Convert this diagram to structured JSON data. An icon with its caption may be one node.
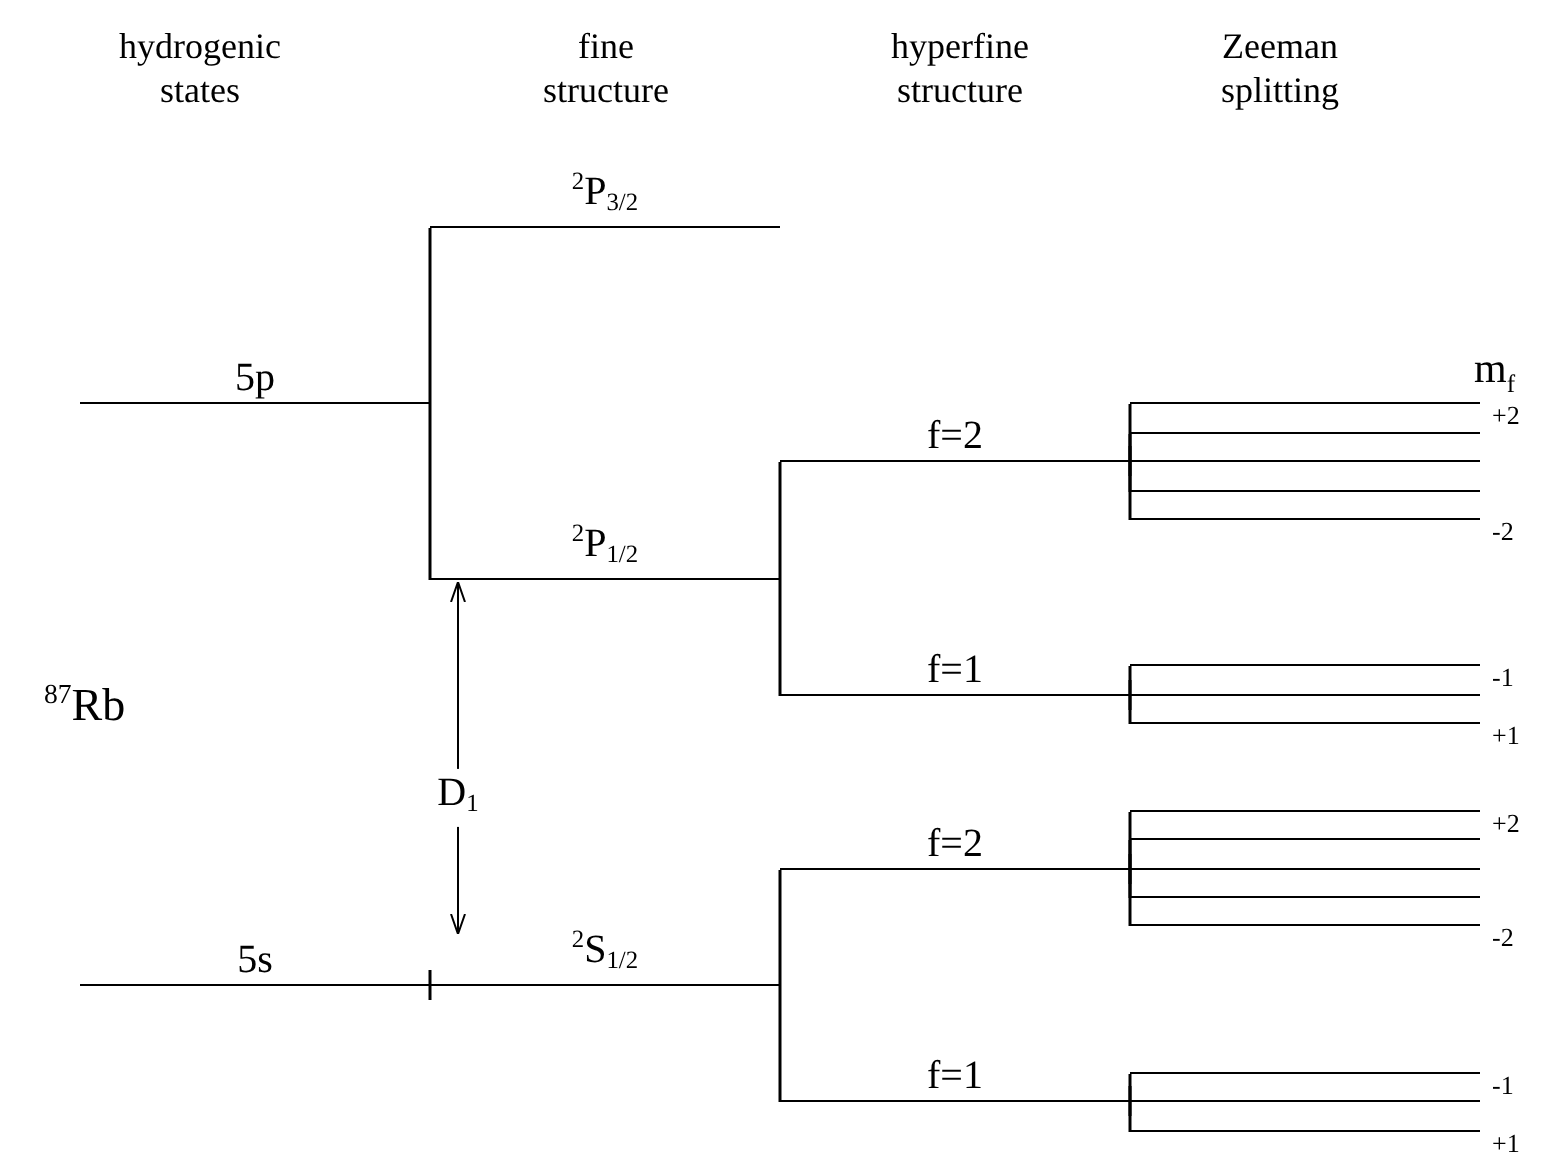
{
  "diagram": {
    "nodes": [
      {
        "text": [
          "$^{2}$P$_{3/2}$"
        ]
      },
      {
        "text": [
          "5p"
        ]
      },
      {
        "text": [
          "f=2"
        ]
      },
      {
        "text": [],
        "shape": "bar",
        "beside": [
          "+2"
        ]
      },
      {
        "text": [],
        "shape": "bar"
      },
      {
        "text": [],
        "shape": "bar"
      },
      {
        "text": [],
        "shape": "bar"
      },
      {
        "text": [],
        "shape": "bar",
        "beside": [
          "-2"
        ]
      },
      {
        "text": [
          "$^{2}$P$_{1/2}$"
        ]
      },
      {
        "text": [
          "f=1"
        ]
      },
      {
        "text": [],
        "shape": "bar",
        "beside": [
          "-1"
        ]
      },
      {
        "text": [],
        "shape": "bar"
      },
      {
        "text": [],
        "shape": "bar",
        "beside": [
          "+1"
        ]
      },
      {
        "text": [
          "f=2"
        ]
      },
      {
        "text": [],
        "shape": "bar",
        "beside": [
          "+2"
        ]
      },
      {
        "text": [],
        "shape": "bar"
      },
      {
        "text": [],
        "shape": "bar"
      },
      {
        "text": [],
        "shape": "bar"
      },
      {
        "text": [],
        "shape": "bar",
        "beside": [
          "-2"
        ]
      },
      {
        "text": [
          "5s"
        ]
      },
      {
        "text": [
          "$^{2}$S$_{1/2}$"
        ]
      },
      {
        "text": [
          "f=1"
        ]
      },
      {
        "text": [],
        "shape": "bar",
        "beside": [
          "-1"
        ]
      },
      {
        "text": [],
        "shape": "bar"
      },
      {
        "text": [],
        "shape": "bar",
        "beside": [
          "+1"
        ]
      }
    ],
    "edges": [
      {
        "from": 1,
        "to": 0,
        "arrow": "none"
      },
      {
        "from": 1,
        "to": 8,
        "arrow": "none"
      },
      {
        "from": 8,
        "to": 2,
        "arrow": "none"
      },
      {
        "from": 8,
        "to": 9,
        "arrow": "none"
      },
      {
        "from": 2,
        "to": 3,
        "arrow": "none"
      },
      {
        "from": 2,
        "to": 4,
        "arrow": "none"
      },
      {
        "from": 2,
        "to": 5,
        "arrow": "none"
      },
      {
        "from": 2,
        "to": 6,
        "arrow": "none"
      },
      {
        "from": 2,
        "to": 7,
        "arrow": "none"
      },
      {
        "from": 9,
        "to": 10,
        "arrow": "none"
      },
      {
        "from": 9,
        "to": 11,
        "arrow": "none"
      },
      {
        "from": 9,
        "to": 12,
        "arrow": "none"
      },
      {
        "from": 19,
        "to": 20,
        "arrow": "none"
      },
      {
        "from": 20,
        "to": 13,
        "arrow": "none"
      },
      {
        "from": 20,
        "to": 21,
        "arrow": "none"
      },
      {
        "from": 13,
        "to": 14,
        "arrow": "none"
      },
      {
        "from": 13,
        "to": 15,
        "arrow": "none"
      },
      {
        "from": 13,
        "to": 16,
        "arrow": "none"
      },
      {
        "from": 13,
        "to": 17,
        "arrow": "none"
      },
      {
        "from": 13,
        "to": 18,
        "arrow": "none"
      },
      {
        "from": 21,
        "to": 22,
        "arrow": "none"
      },
      {
        "from": 21,
        "to": 23,
        "arrow": "none"
      },
      {
        "from": 21,
        "to": 24,
        "arrow": "none"
      },
      {
        "from": 20,
        "to": 8,
        "arrow": "both",
        "label": "D$_{1}$"
      }
    ],
    "labels": [
      "hydrogenic states",
      "fine structure",
      "hyperfine structure",
      "Zeeman splitting",
      "m$_{f}$",
      "$^{87}$Rb"
    ]
  }
}
